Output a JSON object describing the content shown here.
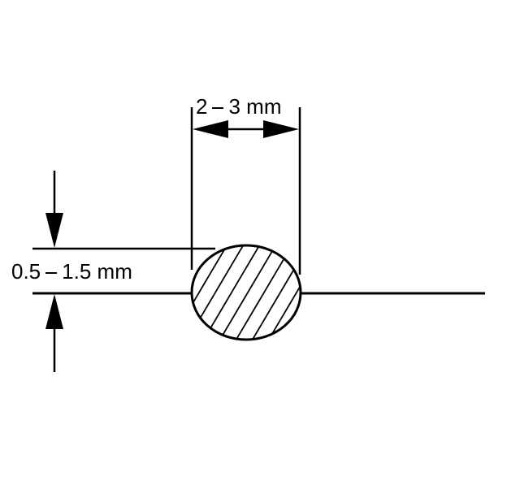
{
  "dimensions": {
    "width": {
      "min": "2",
      "max": "3",
      "unit": "mm"
    },
    "height": {
      "min": "0.5",
      "max": "1.5",
      "unit": "mm"
    }
  },
  "colors": {
    "ink": "#000000",
    "background": "#ffffff"
  }
}
